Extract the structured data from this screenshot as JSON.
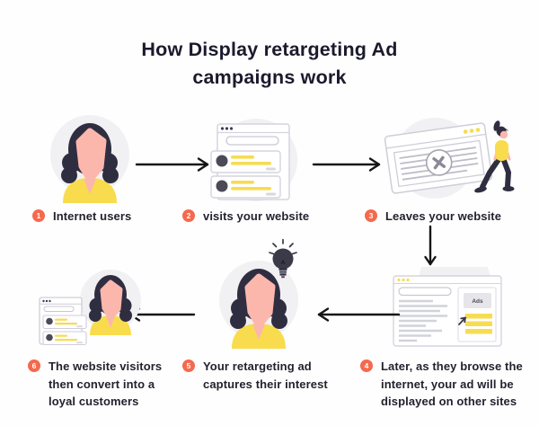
{
  "title": "How Display retargeting Ad campaigns work",
  "steps": [
    {
      "number": "1",
      "label": "Internet users"
    },
    {
      "number": "2",
      "label": "visits your website"
    },
    {
      "number": "3",
      "label": "Leaves your website"
    },
    {
      "number": "4",
      "label": "Later, as they browse the internet, your ad will be displayed on other sites"
    },
    {
      "number": "5",
      "label": "Your retargeting ad captures their interest"
    },
    {
      "number": "6",
      "label": "The website visitors then convert into a loyal customers"
    }
  ],
  "illustration": {
    "ads_box_label": "Ads"
  },
  "colors": {
    "badge": "#F5694D",
    "garment_yellow": "#F8DC4E",
    "dark": "#2F2E41",
    "skin": "#FCB7AD",
    "text": "#23222F",
    "circle_background": "#F1F0F3",
    "arrow": "#151515"
  }
}
